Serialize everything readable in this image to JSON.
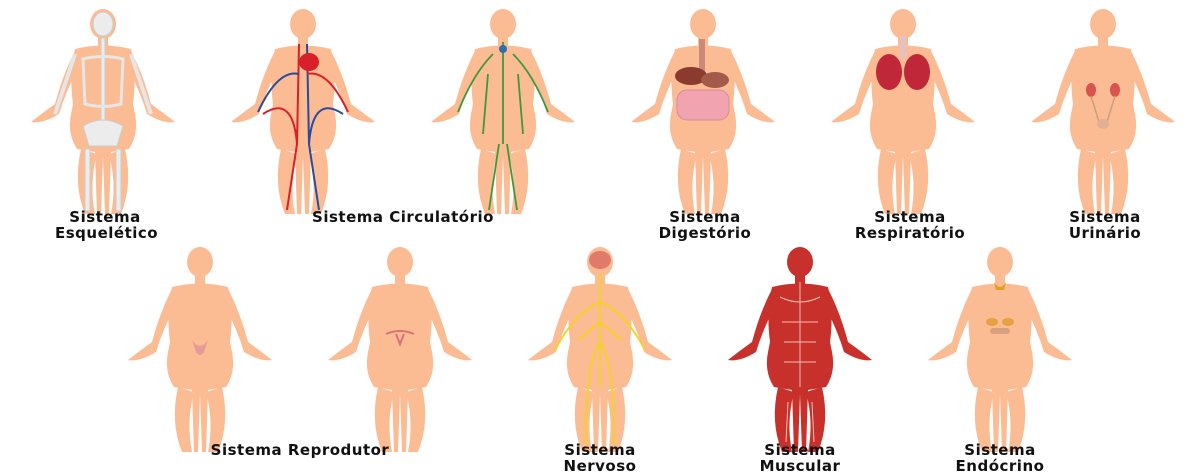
{
  "labels": {
    "skeletal_l1": "Sistema",
    "skeletal_l2": "Esquelético",
    "circulatory": "Sistema Circulatório",
    "digestive_l1": "Sistema",
    "digestive_l2": "Digestório",
    "respiratory_l1": "Sistema",
    "respiratory_l2": "Respiratório",
    "urinary_l1": "Sistema",
    "urinary_l2": "Urinário",
    "reproductive": "Sistema Reprodutor",
    "nervous_l1": "Sistema",
    "nervous_l2": "Nervoso",
    "muscular_l1": "Sistema",
    "muscular_l2": "Muscular",
    "endocrine_l1": "Sistema",
    "endocrine_l2": "Endócrino"
  },
  "colors": {
    "skin": "#fbbc93",
    "skin_dark": "#f3a57c",
    "bone": "#f2f2f2",
    "artery": "#d9202a",
    "vein": "#2a4a9e",
    "lymph": "#3d9a3a",
    "nerve": "#f5d21e",
    "muscle": "#c8302c",
    "organ": "#d9534f"
  }
}
